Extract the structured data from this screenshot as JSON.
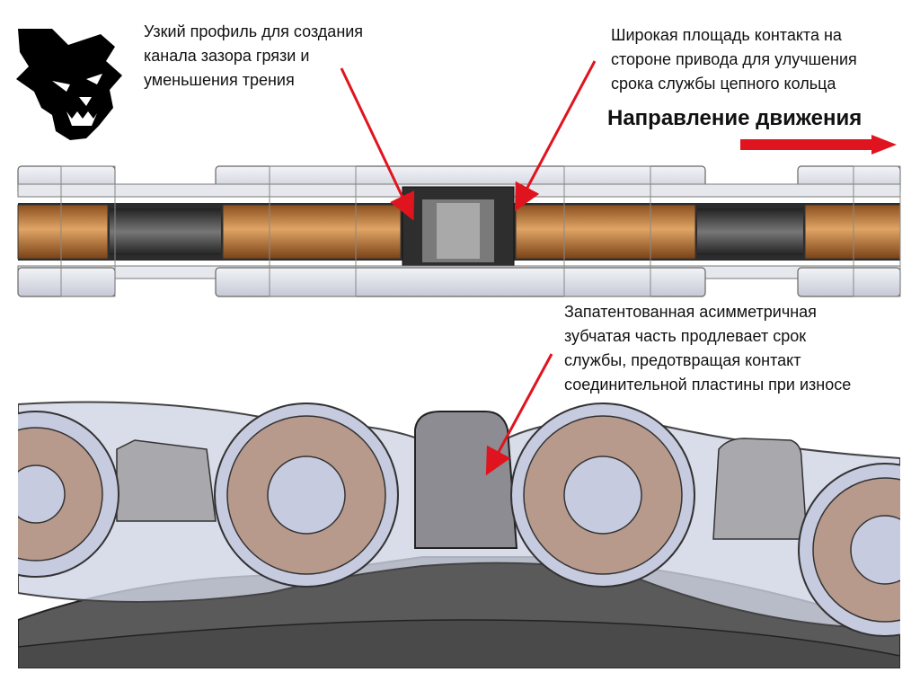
{
  "annotations": {
    "narrow_profile": "Узкий профиль для создания\nканала зазора грязи и\nуменьшения трения",
    "wide_contact": "Широкая площадь контакта на\nстороне привода для улучшения\nсрока службы цепного кольца",
    "direction": "Направление движения",
    "patented_tooth": "Запатентованная асимметричная\nзубчатая часть продлевает срок\nслужбы, предотвращая контакт\nсоединительной пластины при износе"
  },
  "logo": {
    "icon": "wolf-head-icon"
  },
  "colors": {
    "arrow_red": "#e0141e",
    "roller_copper": "#c98a4e",
    "roller_tan": "#b79a8c",
    "plate_gray": "#c9ccd8",
    "tooth_dark": "#3a3a3a",
    "sprocket_dark": "#555555"
  }
}
